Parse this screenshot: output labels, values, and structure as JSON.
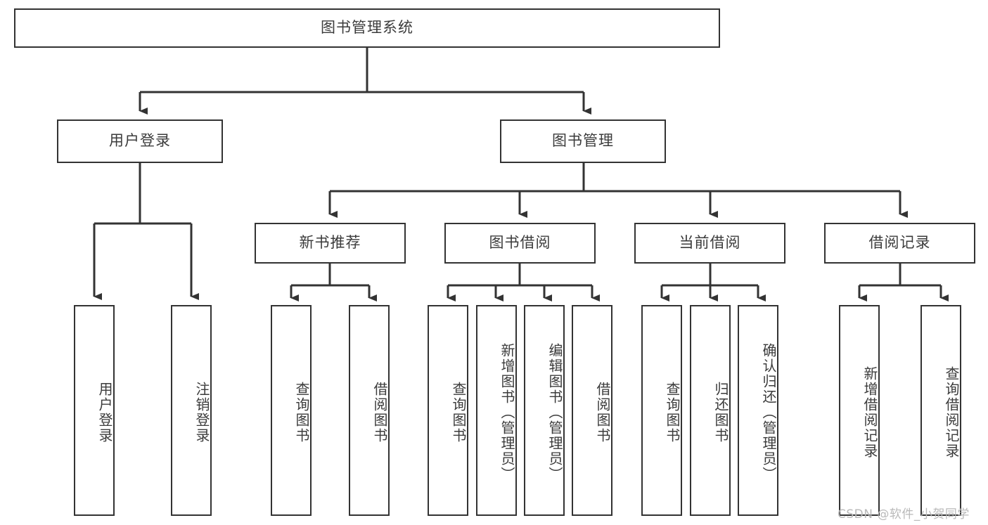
{
  "diagram": {
    "type": "tree-hierarchy",
    "title": "图书管理系统",
    "root": {
      "id": "root",
      "label": "图书管理系统",
      "level": 0
    },
    "level2": [
      {
        "id": "user-login",
        "label": "用户登录"
      },
      {
        "id": "book-manage",
        "label": "图书管理"
      }
    ],
    "level3": [
      {
        "id": "new-book-recommend",
        "label": "新书推荐",
        "parent": "book-manage"
      },
      {
        "id": "book-borrow",
        "label": "图书借阅",
        "parent": "book-manage"
      },
      {
        "id": "current-borrow",
        "label": "当前借阅",
        "parent": "book-manage"
      },
      {
        "id": "borrow-record",
        "label": "借阅记录",
        "parent": "book-manage"
      }
    ],
    "leaves": [
      {
        "id": "leaf-user-login",
        "label": "用户登录",
        "parent": "user-login"
      },
      {
        "id": "leaf-logout",
        "label": "注销登录",
        "parent": "user-login"
      },
      {
        "id": "leaf-query-book-1",
        "label": "查询图书",
        "parent": "new-book-recommend"
      },
      {
        "id": "leaf-borrow-book-1",
        "label": "借阅图书",
        "parent": "new-book-recommend"
      },
      {
        "id": "leaf-query-book-2",
        "label": "查询图书",
        "parent": "book-borrow"
      },
      {
        "id": "leaf-add-book",
        "label": "新增图书（管理员）",
        "parent": "book-borrow"
      },
      {
        "id": "leaf-edit-book",
        "label": "编辑图书（管理员）",
        "parent": "book-borrow"
      },
      {
        "id": "leaf-borrow-book-2",
        "label": "借阅图书",
        "parent": "book-borrow"
      },
      {
        "id": "leaf-query-book-3",
        "label": "查询图书",
        "parent": "current-borrow"
      },
      {
        "id": "leaf-return-book",
        "label": "归还图书",
        "parent": "current-borrow"
      },
      {
        "id": "leaf-confirm-return",
        "label": "确认归还（管理员）",
        "parent": "current-borrow"
      },
      {
        "id": "leaf-add-record",
        "label": "新增借阅记录",
        "parent": "borrow-record"
      },
      {
        "id": "leaf-query-record",
        "label": "查询借阅记录",
        "parent": "borrow-record"
      }
    ],
    "colors": {
      "stroke": "#333333",
      "box_fill": "#ffffff",
      "text": "#3b3b3b",
      "background": "#ffffff",
      "watermark": "#b9b9b9"
    }
  },
  "watermark": {
    "text": "CSDN @软件_小贺同学"
  }
}
